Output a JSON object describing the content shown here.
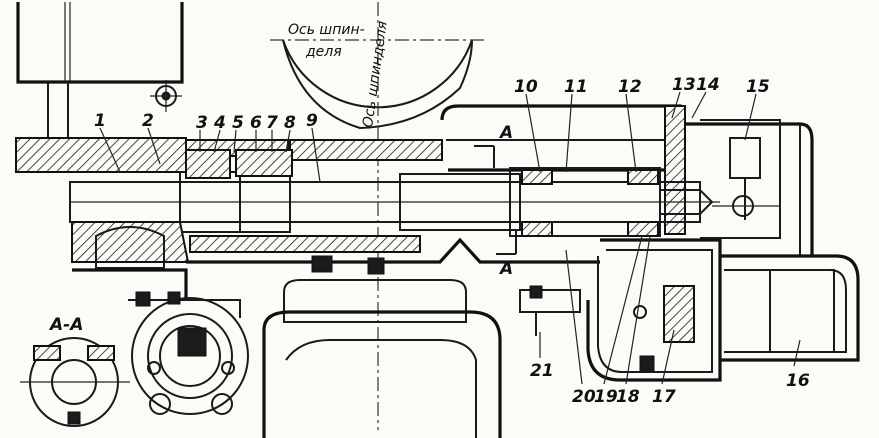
{
  "title": "",
  "axis_labels": {
    "spindle_axis_top": "Ось шпин-",
    "spindle_axis_top2": "деля",
    "spindle_axis_side": "Ось шпинделя"
  },
  "section_label": "А-А",
  "section_marks": [
    "А",
    "А"
  ],
  "callouts": [
    {
      "n": "1"
    },
    {
      "n": "2"
    },
    {
      "n": "3"
    },
    {
      "n": "4"
    },
    {
      "n": "5"
    },
    {
      "n": "6"
    },
    {
      "n": "7"
    },
    {
      "n": "8"
    },
    {
      "n": "9"
    },
    {
      "n": "10"
    },
    {
      "n": "11"
    },
    {
      "n": "12"
    },
    {
      "n": "13"
    },
    {
      "n": "14"
    },
    {
      "n": "15"
    },
    {
      "n": "16"
    },
    {
      "n": "17"
    },
    {
      "n": "18"
    },
    {
      "n": "19"
    },
    {
      "n": "20"
    },
    {
      "n": "21"
    }
  ]
}
